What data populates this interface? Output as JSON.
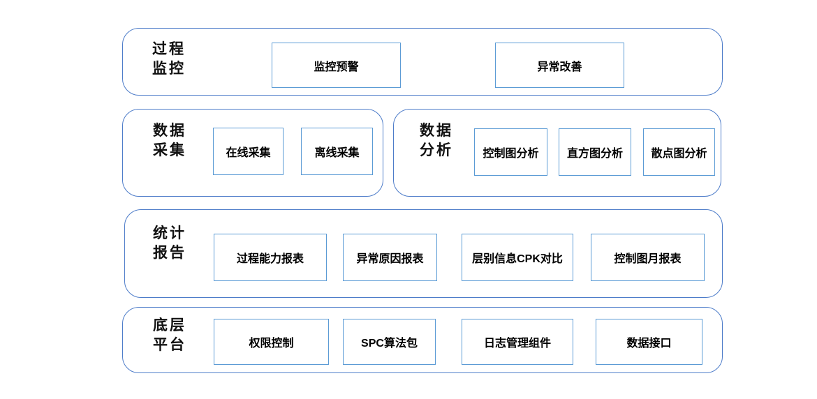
{
  "diagram": {
    "colors": {
      "container_border": "#4d7cc9",
      "box_border": "#5b9bd5",
      "text": "#000000",
      "background": "#ffffff"
    },
    "sections": [
      {
        "label": "过程监控",
        "label_lines": [
          "过程",
          "监控"
        ],
        "boxes": [
          "监控预警",
          "异常改善"
        ]
      },
      {
        "label": "数据采集",
        "label_lines": [
          "数据",
          "采集"
        ],
        "boxes": [
          "在线采集",
          "离线采集"
        ]
      },
      {
        "label": "数据分析",
        "label_lines": [
          "数据",
          "分析"
        ],
        "boxes": [
          "控制图分析",
          "直方图分析",
          "散点图分析"
        ]
      },
      {
        "label": "统计报告",
        "label_lines": [
          "统计",
          "报告"
        ],
        "boxes": [
          "过程能力报表",
          "异常原因报表",
          "层别信息CPK对比",
          "控制图月报表"
        ]
      },
      {
        "label": "底层平台",
        "label_lines": [
          "底层",
          "平台"
        ],
        "boxes": [
          "权限控制",
          "SPC算法包",
          "日志管理组件",
          "数据接口"
        ]
      }
    ]
  }
}
